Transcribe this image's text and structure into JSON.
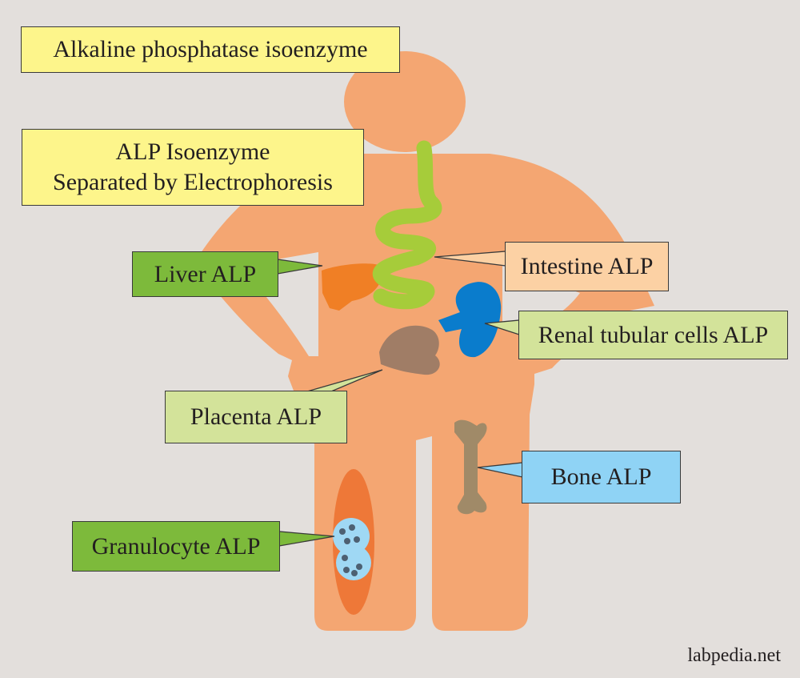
{
  "title": "Alkaline phosphatase isoenzyme",
  "subtitle": {
    "line1": "ALP  Isoenzyme",
    "line2": "Separated by Electrophoresis"
  },
  "labels": {
    "liver": "Liver ALP",
    "intestine": "Intestine ALP",
    "renal": "Renal tubular cells ALP",
    "placenta": "Placenta ALP",
    "bone": "Bone ALP",
    "granulocyte": "Granulocyte ALP"
  },
  "watermark": "labpedia.net",
  "colors": {
    "background": "#e3dfdc",
    "body": "#f4a672",
    "title_box": "#fdf58b",
    "dark_green_box": "#7dba3b",
    "light_green_box": "#d3e39a",
    "peach_box": "#fcd1a4",
    "blue_box": "#8fd3f5",
    "liver": "#f07f25",
    "intestine": "#a6cc3a",
    "kidney": "#0a7ccc",
    "placenta": "#a07d66",
    "bone": "#a08a68",
    "marrow": "#ee7838",
    "granulocyte": "#9fd8f4",
    "nucleus": "#4d6072"
  }
}
